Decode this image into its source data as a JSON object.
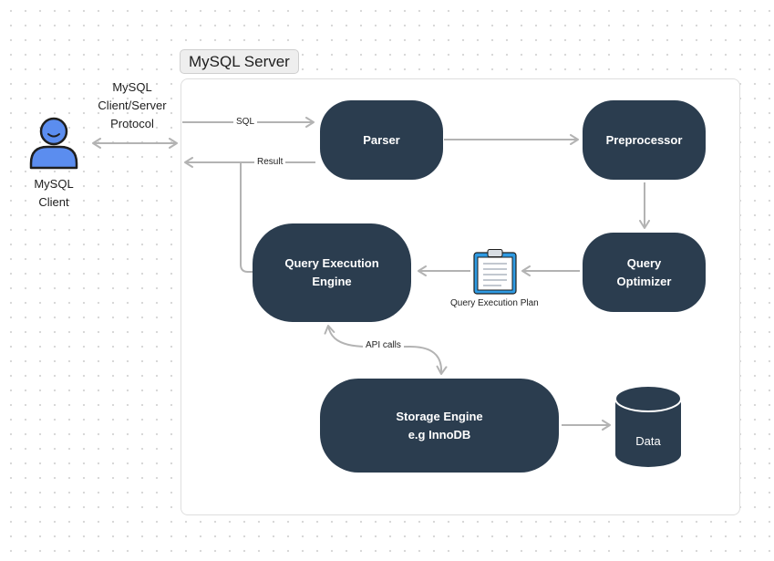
{
  "server": {
    "title": "MySQL Server"
  },
  "client": {
    "label": "MySQL\nClient"
  },
  "protocol": {
    "label": "MySQL\nClient/Server\nProtocol"
  },
  "edges": {
    "sql": "SQL",
    "result": "Result",
    "api_calls": "API calls",
    "plan": "Query Execution Plan"
  },
  "nodes": {
    "parser": "Parser",
    "preprocessor": "Preprocessor",
    "optimizer": "Query\nOptimizer",
    "executor": "Query Execution\nEngine",
    "storage": "Storage Engine\ne.g InnoDB",
    "data": "Data"
  },
  "colors": {
    "node_fill": "#2b3d4f",
    "arrow": "#b3b3b3",
    "user_icon": "#5b8def",
    "clipboard_blue": "#2f9be3"
  },
  "icons": {
    "client": "user-icon",
    "plan": "clipboard-icon",
    "data": "database-icon"
  }
}
